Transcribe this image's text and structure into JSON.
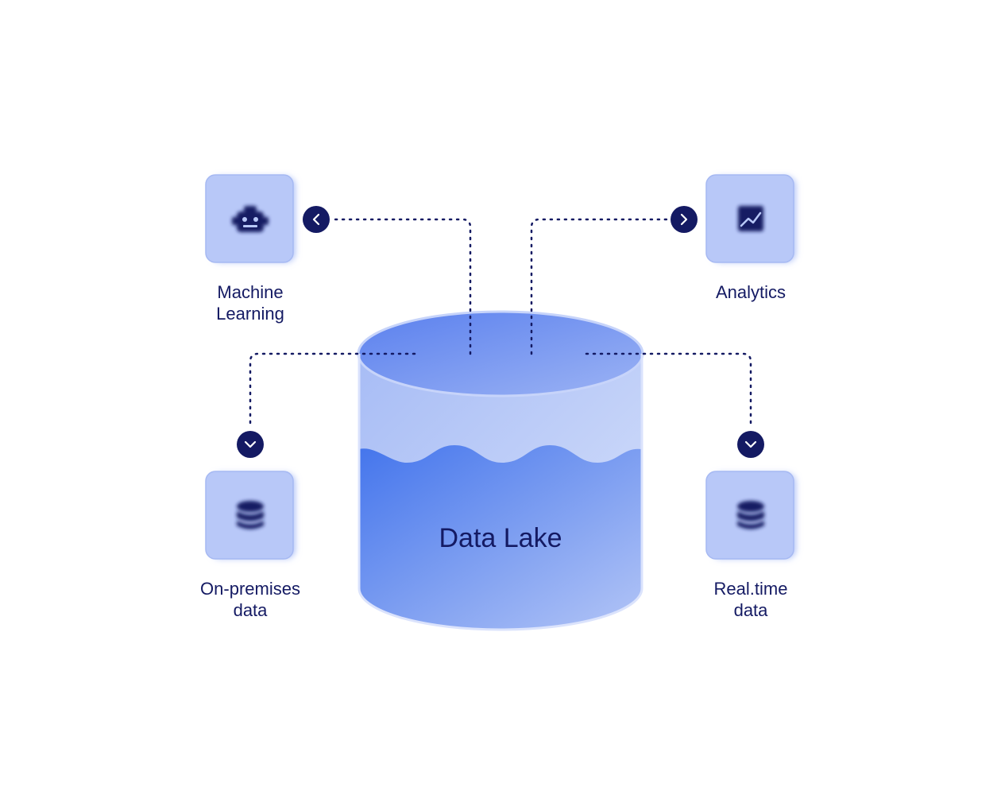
{
  "lake": {
    "label": "Data Lake"
  },
  "outputs": [
    {
      "label": "Machine\nLearning",
      "icon": "robot-icon",
      "arrow": "chevron-left-icon"
    },
    {
      "label": "Analytics",
      "icon": "line-chart-icon",
      "arrow": "chevron-right-icon"
    }
  ],
  "inputs": [
    {
      "label": "On-premises\ndata",
      "icon": "database-icon",
      "arrow": "chevron-down-icon"
    },
    {
      "label": "Real.time\ndata",
      "icon": "database-icon",
      "arrow": "chevron-down-icon"
    }
  ],
  "colors": {
    "navy": "#141a63",
    "tile": "#b8c8f8",
    "water": "#4a78ec",
    "water_light": "#a9bdf6",
    "top_ellipse": "#5d82ee"
  }
}
